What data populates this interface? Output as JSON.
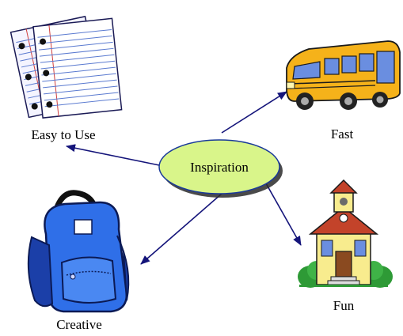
{
  "central_topic": {
    "label": "Inspiration",
    "color": "#d9f58a"
  },
  "connector_color": "#14147a",
  "subtopics": [
    {
      "id": "easy",
      "label": "Easy to Use",
      "icon": "notebook-paper-icon"
    },
    {
      "id": "fast",
      "label": "Fast",
      "icon": "school-bus-icon"
    },
    {
      "id": "creative",
      "label": "Creative",
      "icon": "backpack-icon"
    },
    {
      "id": "fun",
      "label": "Fun",
      "icon": "schoolhouse-icon"
    }
  ]
}
